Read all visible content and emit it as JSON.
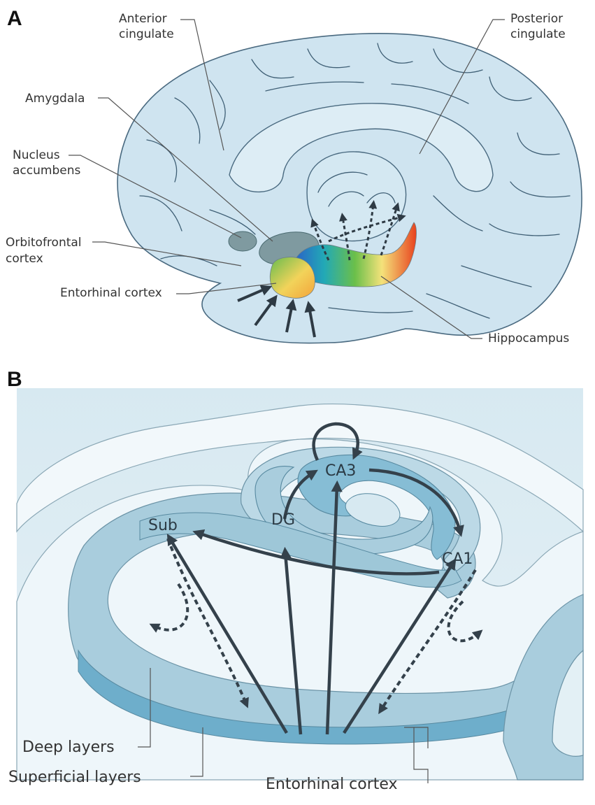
{
  "panel_a": {
    "letter": "A",
    "labels": {
      "anterior_cingulate": [
        "Anterior",
        "cingulate"
      ],
      "posterior_cingulate": [
        "Posterior",
        "cingulate"
      ],
      "amygdala": "Amygdala",
      "nucleus_accumbens": [
        "Nucleus",
        "accumbens"
      ],
      "orbitofrontal_cortex": [
        "Orbitofrontal",
        "cortex"
      ],
      "entorhinal_cortex": "Entorhinal cortex",
      "hippocampus": "Hippocampus"
    }
  },
  "panel_b": {
    "letter": "B",
    "regions": {
      "ca3": "CA3",
      "dg": "DG",
      "sub": "Sub",
      "ca1": "CA1"
    },
    "labels": {
      "deep_layers": "Deep layers",
      "superficial_layers": "Superficial layers",
      "entorhinal_cortex": "Entorhinal cortex"
    }
  },
  "colors": {
    "brain_fill": "#cfe4f0",
    "brain_outline": "#4a6a80",
    "nuclei_gray": "#7f9aa0",
    "hippocampus_gradient": [
      "#2a5fc8",
      "#22a9b6",
      "#6bbf4a",
      "#f4e27a",
      "#e8421e"
    ],
    "panel_b_background": "#d6e9f0",
    "cortex_band_mid": "#a9cddd",
    "cortex_band_deep": "#6eaecb",
    "arrow": "#34414b"
  }
}
